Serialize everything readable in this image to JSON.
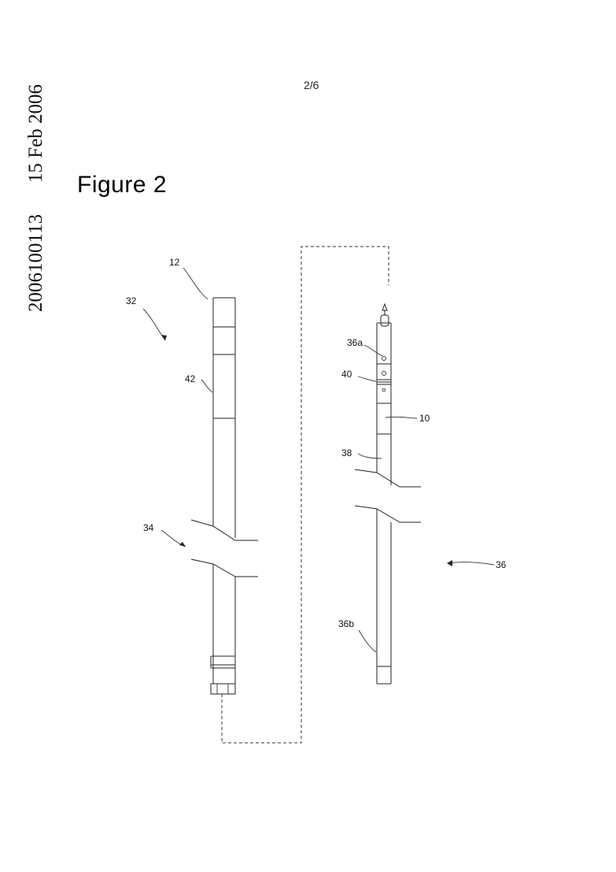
{
  "header": {
    "date_stamp": "15 Feb 2006",
    "doc_number": "2006100113",
    "page_number": "2/6"
  },
  "figure": {
    "title": "Figure 2",
    "labels": {
      "ref_12": "12",
      "ref_32": "32",
      "ref_42": "42",
      "ref_34": "34",
      "ref_36a": "36a",
      "ref_40": "40",
      "ref_10": "10",
      "ref_38": "38",
      "ref_36": "36",
      "ref_36b": "36b"
    }
  }
}
